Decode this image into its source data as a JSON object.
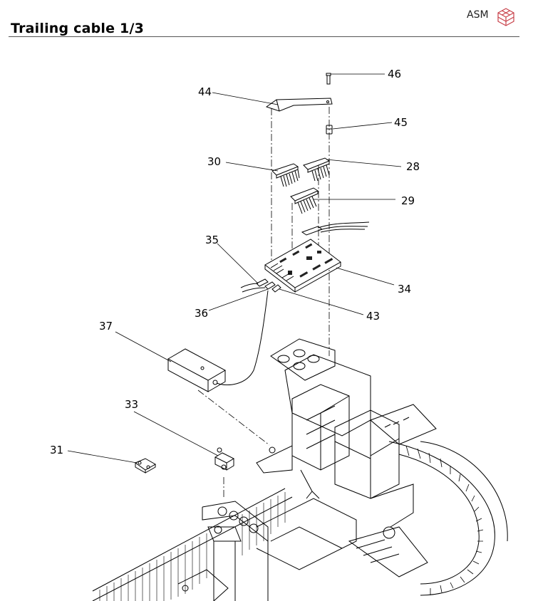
{
  "header": {
    "title": "Trailing cable 1/3",
    "brand": "ASM",
    "brand_icon": "cube-logo-icon",
    "brand_color": "#c8414a"
  },
  "callouts": [
    "46",
    "44",
    "45",
    "30",
    "28",
    "29",
    "35",
    "34",
    "36",
    "43",
    "37",
    "33",
    "31"
  ]
}
